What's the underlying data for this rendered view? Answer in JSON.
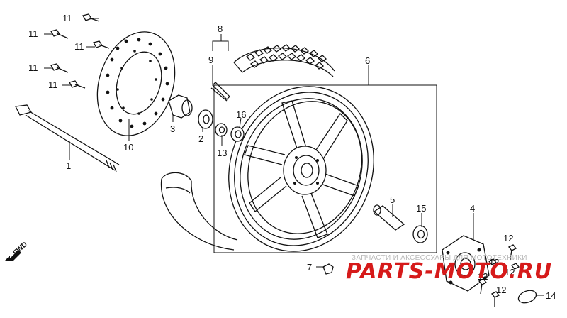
{
  "labels": {
    "axle": "1",
    "side_collar": "2",
    "right_collar": "3",
    "hub_cover": "4",
    "distance_collar": "5",
    "wheel": "6",
    "screw": "7",
    "tire_tube_group": "8",
    "valve": "9",
    "brake_disc": "10",
    "disc_bolt": "11",
    "hub_bolt": "12",
    "oil_seal": "13",
    "o_ring": "14",
    "bearing_left": "15",
    "bearing_right": "16"
  },
  "direction_marker": "FWD",
  "watermark": {
    "caption": "ЗАПЧАСТИ И АКСЕССУАРЫ ДЛЯ МОТОТЕХНИКИ",
    "brand": "PARTS-MOTO.RU",
    "brand_color": "#d61a1a"
  }
}
